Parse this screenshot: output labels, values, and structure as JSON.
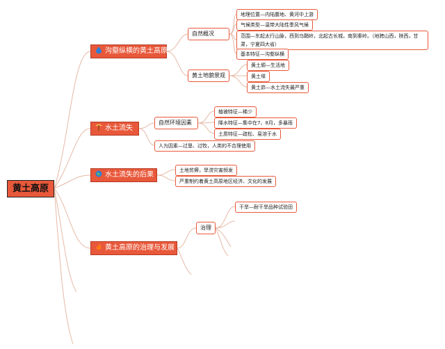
{
  "root": "黄土高原",
  "colors": {
    "accent": "#e8583a",
    "line": "#e6b9a6"
  },
  "branches": [
    {
      "label": "沟壑纵横的黄土高原",
      "icon": "blue-drop-icon",
      "subs": [
        {
          "label": "自然概况",
          "leaves": [
            "地理位置—内陆腹地、黄河中上游",
            "气候类型—温带大陆性季风气候",
            "范围—东起太行山脉，西到乌鞘岭，北起古长城，南到秦岭。（地跨山西，陕西，甘肃，宁夏四大省）",
            "基本特征—沟壑纵横"
          ]
        },
        {
          "label": "黄土地貌景观",
          "leaves": [
            "黄土塬—生活地",
            "黄土墚",
            "黄土峁—水土流失最严重"
          ]
        }
      ]
    },
    {
      "label": "水土流失",
      "icon": "pickaxe-icon",
      "subs": [
        {
          "label": "自然环境因素",
          "leaves": [
            "植被特征—稀少",
            "降水特征—集中在7、8月，多暴雨",
            "土质特征—疏松、易溶于水"
          ]
        },
        {
          "label": "人为因素—过垦、过牧，人类的不合理使用",
          "leaves": []
        }
      ]
    },
    {
      "label": "水土流失的后果",
      "icon": "globe-icon",
      "subs": [
        {
          "label": "土地贫瘠，旱涝灾害频发",
          "leaves": []
        },
        {
          "label": "严重制约着黄土高原地区经济、文化的发展",
          "leaves": []
        }
      ]
    },
    {
      "label": "黄土高原的治理与发展",
      "icon": "flame-icon",
      "subs": [
        {
          "label": "治理",
          "leaves": [
            "干旱—耐干旱品种试验田"
          ]
        }
      ]
    }
  ]
}
